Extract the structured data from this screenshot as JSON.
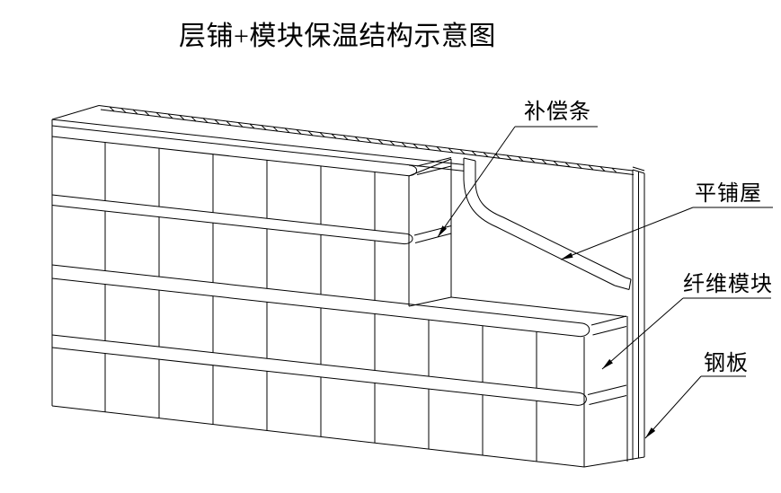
{
  "title": "层铺+模块保温结构示意图",
  "colors": {
    "line": "#000000",
    "background": "#ffffff"
  },
  "labels": [
    {
      "id": "compensation-strip",
      "text": "补偿条"
    },
    {
      "id": "flat-laid-layer",
      "text": "平铺屋"
    },
    {
      "id": "fiber-module",
      "text": "纤维模块"
    },
    {
      "id": "steel-plate",
      "text": "钢板"
    }
  ],
  "icons": {
    "leader_arrow": "filled-triangle-arrowhead"
  }
}
